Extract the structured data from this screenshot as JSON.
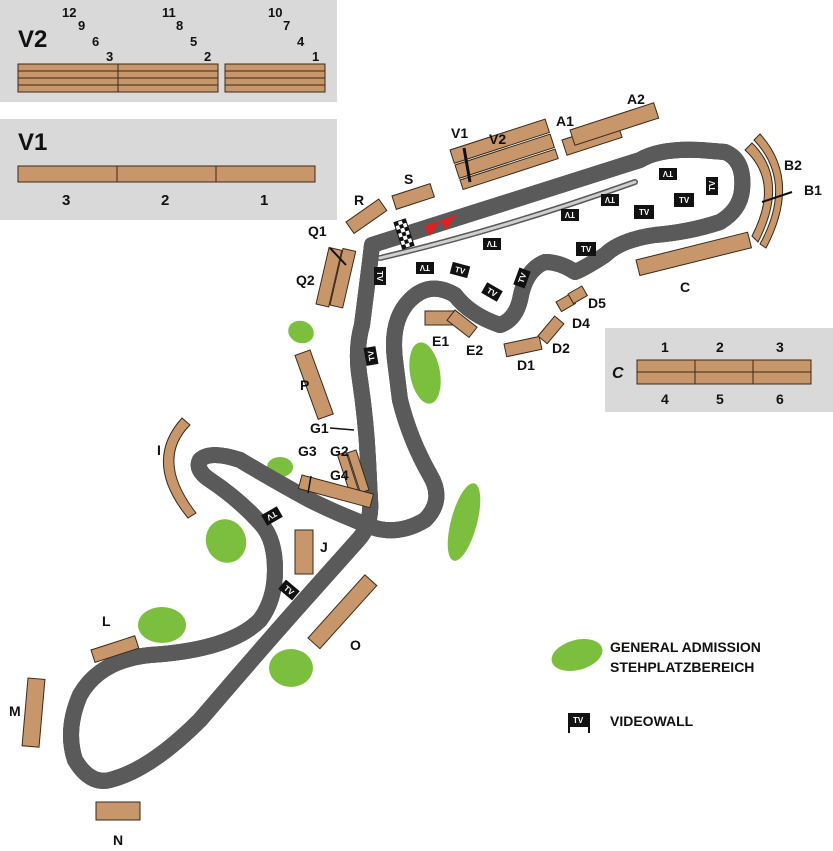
{
  "stands": {
    "A1": "A1",
    "A2": "A2",
    "B1": "B1",
    "B2": "B2",
    "C": "C",
    "D1": "D1",
    "D2": "D2",
    "D4": "D4",
    "D5": "D5",
    "E1": "E1",
    "E2": "E2",
    "G1": "G1",
    "G2": "G2",
    "G3": "G3",
    "G4": "G4",
    "I": "I",
    "J": "J",
    "L": "L",
    "M": "M",
    "N": "N",
    "O": "O",
    "P": "P",
    "Q1": "Q1",
    "Q2": "Q2",
    "R": "R",
    "S": "S",
    "V1": "V1",
    "V2": "V2"
  },
  "inset_v2": {
    "title": "V2",
    "blocks": [
      "12",
      "9",
      "6",
      "3",
      "11",
      "8",
      "5",
      "2",
      "10",
      "7",
      "4",
      "1"
    ]
  },
  "inset_v1": {
    "title": "V1",
    "blocks": [
      "3",
      "2",
      "1"
    ]
  },
  "inset_c": {
    "title": "C",
    "top_blocks": [
      "1",
      "2",
      "3"
    ],
    "bottom_blocks": [
      "4",
      "5",
      "6"
    ]
  },
  "legend": {
    "general_admission_line1": "GENERAL ADMISSION",
    "general_admission_line2": "STEHPLATZBEREICH",
    "videowall": "VIDEOWALL",
    "tv_icon_text": "TV"
  },
  "colors": {
    "stand": "#c8966b",
    "general_admission": "#7cbf3f",
    "track": "#a9a9a9",
    "panel": "#d9d9d9",
    "start_flags": "#e02020"
  }
}
